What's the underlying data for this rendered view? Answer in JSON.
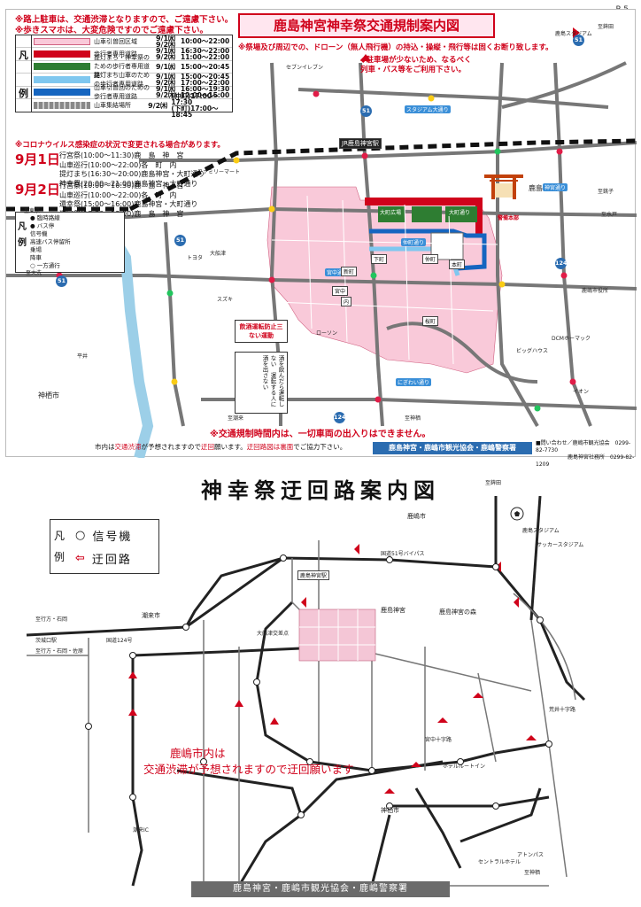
{
  "page_number": "R.5",
  "top": {
    "title": "鹿島神宮神幸祭交通規制案内図",
    "notices": [
      "※路上駐車は、交通渋滞となりますので、ご遠慮下さい。",
      "※歩きスマホは、大変危険ですのでご遠慮下さい。"
    ],
    "drone_notice": "※祭場及び周辺での、ドローン（無人飛行機）の持込・操縦・飛行等は固くお断り致します。",
    "parking_notice": [
      "◆駐車場が少ないため、なるべく",
      "列車・バス等をご利用下さい。"
    ],
    "legend_side": [
      "凡",
      "例"
    ],
    "legend": [
      {
        "label": "山車引曽回区域",
        "dates": [
          "9/1㈬",
          "9/2㈭"
        ],
        "times": [
          "10:00～22:00",
          ""
        ],
        "color": "#f9c9d9"
      },
      {
        "label": "歩行者専用道路",
        "dates": [
          "9/1㈬",
          "9/2㈭"
        ],
        "times": [
          "16:30～22:00",
          "11:00～22:00"
        ],
        "color": "#d0021b"
      },
      {
        "label": "提灯まち・神幸祭のための歩行者専用道路",
        "dates": [
          "9/1㈬"
        ],
        "times": [
          "15:00～20:45"
        ],
        "color": "#2e7d32"
      },
      {
        "label": "提灯まち山車のための歩行者専用道路",
        "dates": [
          "9/1㈬",
          "9/2㈭"
        ],
        "times": [
          "15:00～20:45",
          "17:00～22:00"
        ],
        "color": "#7fc7ef"
      },
      {
        "label": "山車引曽回のための歩行者専用道路",
        "dates": [
          "9/1㈬",
          "9/2㈭"
        ],
        "times": [
          "16:00～19:30",
          "12:00～15:00"
        ],
        "color": "#1565c0"
      },
      {
        "label": "山車集結場所",
        "dates": [
          "9/2㈭"
        ],
        "times": [
          "(仲町)17:00～17:30",
          "(下町)17:00～18:45"
        ],
        "color": "#888888"
      }
    ],
    "covid_notice": "※コロナウイルス感染症の状況で変更される場合があります。",
    "schedule": [
      {
        "day": "9月1日",
        "items": [
          "行宮祭(10:00～11:30)鹿　島　神　宮",
          "山車巡行(10:00～22:00)各　町　内",
          "提灯まち(16:30～20:00)鹿島神宮・大町通り",
          "神幸祭(20:00～21:00)鹿島神宮・大町通り"
        ]
      },
      {
        "day": "9月2日",
        "items": [
          "行宮祭(10:00～10:30)鹿　島　神　宮",
          "山車巡行(10:00～22:00)各　町　内",
          "還幸祭(15:00～16:00)鹿島神宮・大町通り",
          "還宮祭(17:00～18:00)鹿　島　神　宮"
        ]
      }
    ],
    "map_legend2_side": [
      "凡",
      "例"
    ],
    "map_legend2": [
      "● 臨時路線",
      "● バス停",
      "信号機",
      "高速バス停留所",
      "乗場",
      "降車",
      "○ 一方通行"
    ],
    "map_labels": [
      "JR鹿島神宮駅",
      "鹿島神宮",
      "スタジアム大通り",
      "大町通り",
      "仲町通り",
      "神宮通り",
      "宮中通り",
      "至東京",
      "至大洗",
      "至鉾田",
      "至銚子",
      "至潮来",
      "至神栖",
      "至水戸",
      "セブンイレブン",
      "ファミリーマート",
      "ローソン",
      "神栖市",
      "鹿嶋市役所",
      "大船津",
      "鹿島スタジアム",
      "平井",
      "ビッグハウス",
      "DCMホーマック",
      "トヨタ",
      "スズキ",
      "イオン",
      "大町広場",
      "仲町",
      "下町",
      "本町",
      "桜町",
      "新町",
      "宮中",
      "内",
      "にぎわい通り",
      "警備本部"
    ],
    "dui_title": "飲酒運転防止三ない運動",
    "dui_body": "酒を飲んだら運転しない　運転する人に酒を出さない",
    "no_entry": "※交通規制時間内は、一切車両の出入りはできません。",
    "footer_note": [
      "市内は",
      "交通渋滞",
      "が予想されますので",
      "迂回",
      "願います。",
      "迂回路図は裏面",
      "でご協力下さい。"
    ],
    "footer_org": "鹿島神宮・鹿嶋市観光協会・鹿嶋警察署",
    "contact": [
      "■問い合わせ／鹿嶋市観光協会　0299-82-7730",
      "　　　　　　鹿島神宮社務所　0299-82-1209"
    ],
    "route_numbers": [
      "51",
      "51",
      "51",
      "124",
      "124",
      "51"
    ]
  },
  "bottom": {
    "title": "神幸祭迂回路案内図",
    "legend_side": [
      "凡",
      "例"
    ],
    "legend": [
      {
        "symbol": "○",
        "label": "信号機"
      },
      {
        "symbol": "⇦",
        "label": "迂回路"
      }
    ],
    "detour_note": [
      "鹿嶋市内は",
      "交通渋滞が予想されますので迂回願います"
    ],
    "map_labels": [
      "鹿嶋市",
      "鹿島神宮",
      "鹿島神宮の森",
      "鹿島神宮駅",
      "国道51号バイパス",
      "国道124号",
      "至行方・石岡",
      "至行方・石岡・佐原",
      "茨城口駅",
      "潮来市",
      "潮来IC",
      "神栖市",
      "鹿島スタジアム",
      "ホテルルートイン",
      "セントラルホテル",
      "アトンパス",
      "至鉾田",
      "至神栖",
      "宮中十字路",
      "荒井十字路",
      "大船津交差点",
      "サッカースタジアム"
    ],
    "footer_org": "鹿島神宮・鹿嶋市観光協会・鹿嶋警察署"
  }
}
